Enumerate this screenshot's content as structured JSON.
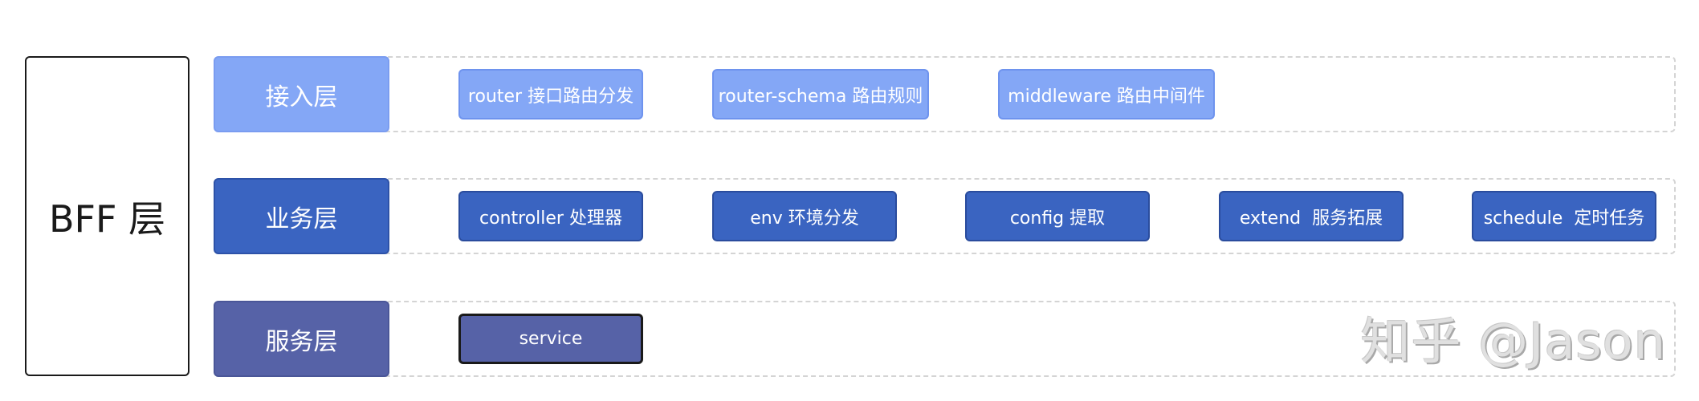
{
  "bff_label": "BFF 层",
  "colors": {
    "access_layer": "#84a7f6",
    "business_layer": "#3a64c1",
    "service_layer": "#5662a7",
    "frame_border": "#d4d4d4",
    "bff_border": "#1a1a1a"
  },
  "layers": {
    "access": {
      "label": "接入层",
      "modules": [
        "router 接口路由分发",
        "router-schema 路由规则",
        "middleware 路由中间件"
      ]
    },
    "business": {
      "label": "业务层",
      "modules": [
        "controller 处理器",
        "env 环境分发",
        "config 提取",
        "extend  服务拓展",
        "schedule  定时任务"
      ]
    },
    "service": {
      "label": "服务层",
      "modules": [
        "service"
      ]
    }
  },
  "watermark": "知乎 @Jason"
}
